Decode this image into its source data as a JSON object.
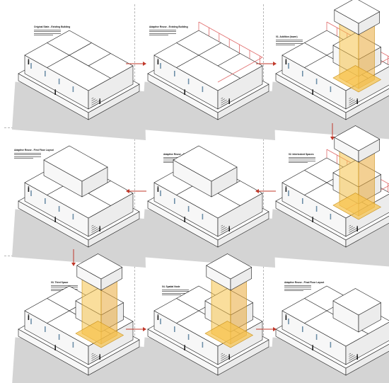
{
  "colors": {
    "line": "#1a1a1a",
    "shadow": "#d4d4d4",
    "wall": "#ffffff",
    "highlight_fill": "#f6c24a",
    "highlight_stroke": "#c9911a",
    "red": "#e06b6b",
    "arrow": "#c0392b",
    "window": "#6e8fa8",
    "separator": "#b8b8b8"
  },
  "steps": [
    {
      "label": "Original State - Existing Building",
      "variant": "a",
      "highlight": false,
      "red": false
    },
    {
      "label": "Adaptive Reuse - Existing Building",
      "variant": "a",
      "highlight": false,
      "red": true
    },
    {
      "label": "01. Addition (tower)",
      "variant": "b",
      "highlight": true,
      "red": true
    },
    {
      "label": "Adaptive Reuse - First Floor Layout",
      "variant": "c",
      "highlight": false,
      "red": false
    },
    {
      "label": "Adaptive Reuse - Ground Floor Layout",
      "variant": "c",
      "highlight": false,
      "red": false
    },
    {
      "label": "02. Interlocked Spaces",
      "variant": "b",
      "highlight": true,
      "red": true
    },
    {
      "label": "03. Third Space",
      "variant": "d",
      "highlight": true,
      "red": false
    },
    {
      "label": "04. Spatial Node",
      "variant": "d",
      "highlight": true,
      "red": false
    },
    {
      "label": "Adaptive Reuse - Final Floor Layout",
      "variant": "d",
      "highlight": false,
      "red": false
    }
  ],
  "flow_arrows": [
    "right",
    "right",
    "down",
    "left",
    "left",
    "down",
    "right",
    "right"
  ]
}
